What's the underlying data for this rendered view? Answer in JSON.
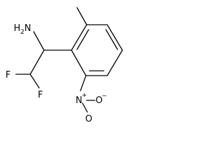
{
  "structure": {
    "labels": {
      "amine": "H2N",
      "amine_h": "H",
      "amine_sub": "2",
      "amine_n": "N",
      "fluorine_left": "F",
      "fluorine_right": "F",
      "nitro_n": "N",
      "nitro_plus": "+",
      "nitro_o": "O",
      "nitro_minus": "−",
      "nitro_o_top": "O"
    },
    "colors": {
      "ink": "#000000",
      "background": "#ffffff"
    }
  }
}
